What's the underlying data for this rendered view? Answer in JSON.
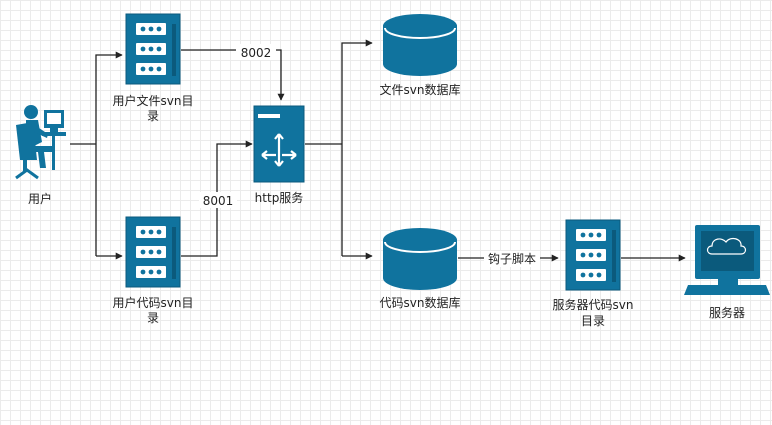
{
  "colors": {
    "node": "#10739e",
    "nodeDark": "#0b5a7c",
    "line": "#222222"
  },
  "nodes": {
    "user": {
      "label": "用户",
      "icon": "user-at-computer-icon"
    },
    "user_file_svn": {
      "label_line1": "用户文件svn目",
      "label_line2": "录",
      "icon": "server-rack-icon"
    },
    "user_code_svn": {
      "label_line1": "用户代码svn目",
      "label_line2": "录",
      "icon": "server-rack-icon"
    },
    "http_service": {
      "label": "http服务",
      "icon": "network-switch-icon"
    },
    "file_svn_db": {
      "label": "文件svn数据库",
      "icon": "database-icon"
    },
    "code_svn_db": {
      "label": "代码svn数据库",
      "icon": "database-icon"
    },
    "server_code_dir": {
      "label_line1": "服务器代码svn",
      "label_line2": "目录",
      "icon": "server-rack-icon"
    },
    "server": {
      "label": "服务器",
      "icon": "monitor-icon"
    }
  },
  "edges": {
    "file_to_http": {
      "label": "8002"
    },
    "code_to_http": {
      "label": "8001"
    },
    "db_to_server_dir": {
      "label": "钩子脚本"
    }
  }
}
